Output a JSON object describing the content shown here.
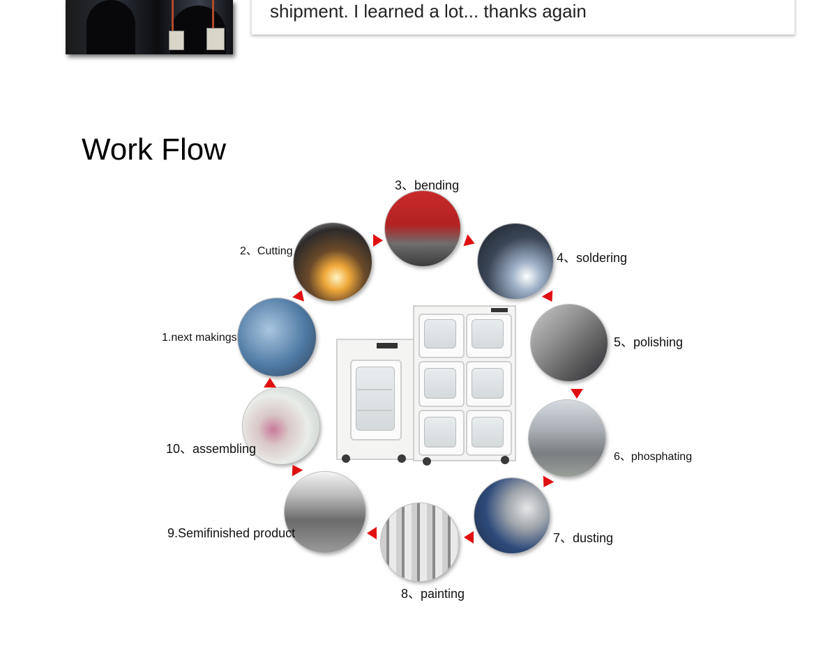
{
  "testimonial": {
    "text": "shipment. I learned a lot... thanks again"
  },
  "section": {
    "title": "Work Flow"
  },
  "steps": [
    {
      "label": "1.next makings"
    },
    {
      "label": "2、Cutting"
    },
    {
      "label": "3、bending"
    },
    {
      "label": "4、soldering"
    },
    {
      "label": "5、polishing"
    },
    {
      "label": "6、phosphating"
    },
    {
      "label": "7、dusting"
    },
    {
      "label": "8、painting"
    },
    {
      "label": "9.Semifinished product"
    },
    {
      "label": "10、assembling"
    }
  ],
  "colors": {
    "arrow": "#e01010",
    "background": "#ffffff"
  }
}
